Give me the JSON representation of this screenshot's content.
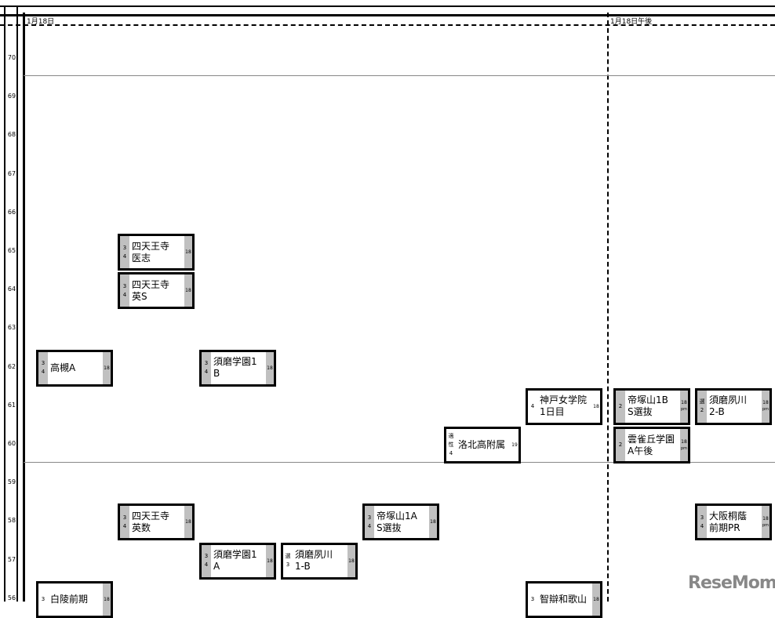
{
  "headers": {
    "am": "1月18日",
    "pm": "1月18日午後"
  },
  "scale": [
    "70",
    "69",
    "68",
    "67",
    "66",
    "65",
    "64",
    "63",
    "62",
    "61",
    "60",
    "59",
    "58",
    "57",
    "56"
  ],
  "entries": [
    {
      "line1": "四天王寺",
      "line2": "医志",
      "left": [
        "3",
        "4"
      ],
      "right": "18",
      "value": 65,
      "col": 1
    },
    {
      "line1": "四天王寺",
      "line2": "英S",
      "left": [
        "3",
        "4"
      ],
      "right": "18",
      "value": 64,
      "col": 1
    },
    {
      "line1": "高槻A",
      "line2": "",
      "left": [
        "3",
        "4"
      ],
      "right": "18",
      "value": 62,
      "col": 0
    },
    {
      "line1": "須磨学園1",
      "line2": "B",
      "left": [
        "3",
        "4"
      ],
      "right": "18",
      "value": 62,
      "col": 2
    },
    {
      "line1": "神戸女学院",
      "line2": "1日目",
      "left": [
        "4"
      ],
      "right": "18",
      "value": 61,
      "col": 6,
      "plain": true
    },
    {
      "line1": "帝塚山1B",
      "line2": "S選抜",
      "left": [
        "2"
      ],
      "right": "18",
      "pm": "pm",
      "value": 61,
      "col": 7
    },
    {
      "line1": "須磨夙川",
      "line2": "2-B",
      "left": [
        "選",
        "2"
      ],
      "right": "18",
      "pm": "pm",
      "value": 61,
      "col": 8
    },
    {
      "line1": "洛北高附属",
      "line2": "",
      "left": [
        "適",
        "性",
        "4"
      ],
      "right": "19",
      "value": 60,
      "col": 5,
      "plain": true
    },
    {
      "line1": "雲雀丘学園",
      "line2": "A午後",
      "left": [
        "2"
      ],
      "right": "18",
      "pm": "pm",
      "value": 60,
      "col": 7
    },
    {
      "line1": "四天王寺",
      "line2": "英数",
      "left": [
        "3",
        "4"
      ],
      "right": "18",
      "value": 58,
      "col": 1
    },
    {
      "line1": "帝塚山1A",
      "line2": "S選抜",
      "left": [
        "3",
        "4"
      ],
      "right": "18",
      "value": 58,
      "col": 4
    },
    {
      "line1": "大阪桐蔭",
      "line2": "前期PR",
      "left": [
        "3",
        "4"
      ],
      "right": "18",
      "pm": "pm",
      "value": 58,
      "col": 8
    },
    {
      "line1": "須磨学園1",
      "line2": "A",
      "left": [
        "3",
        "4"
      ],
      "right": "18",
      "value": 57,
      "col": 2
    },
    {
      "line1": "須磨夙川",
      "line2": "1-B",
      "left": [
        "選",
        "3"
      ],
      "right": "18",
      "value": 57,
      "col": 3,
      "plainLeft": true
    },
    {
      "line1": "白陵前期",
      "line2": "",
      "left": [
        "3"
      ],
      "right": "18",
      "value": 56,
      "col": 0,
      "plainLeft": true
    },
    {
      "line1": "智辯和歌山",
      "line2": "",
      "left": [
        "3"
      ],
      "right": "18",
      "value": 56,
      "col": 6,
      "plainLeft": true
    }
  ],
  "logo": "ReseMom"
}
